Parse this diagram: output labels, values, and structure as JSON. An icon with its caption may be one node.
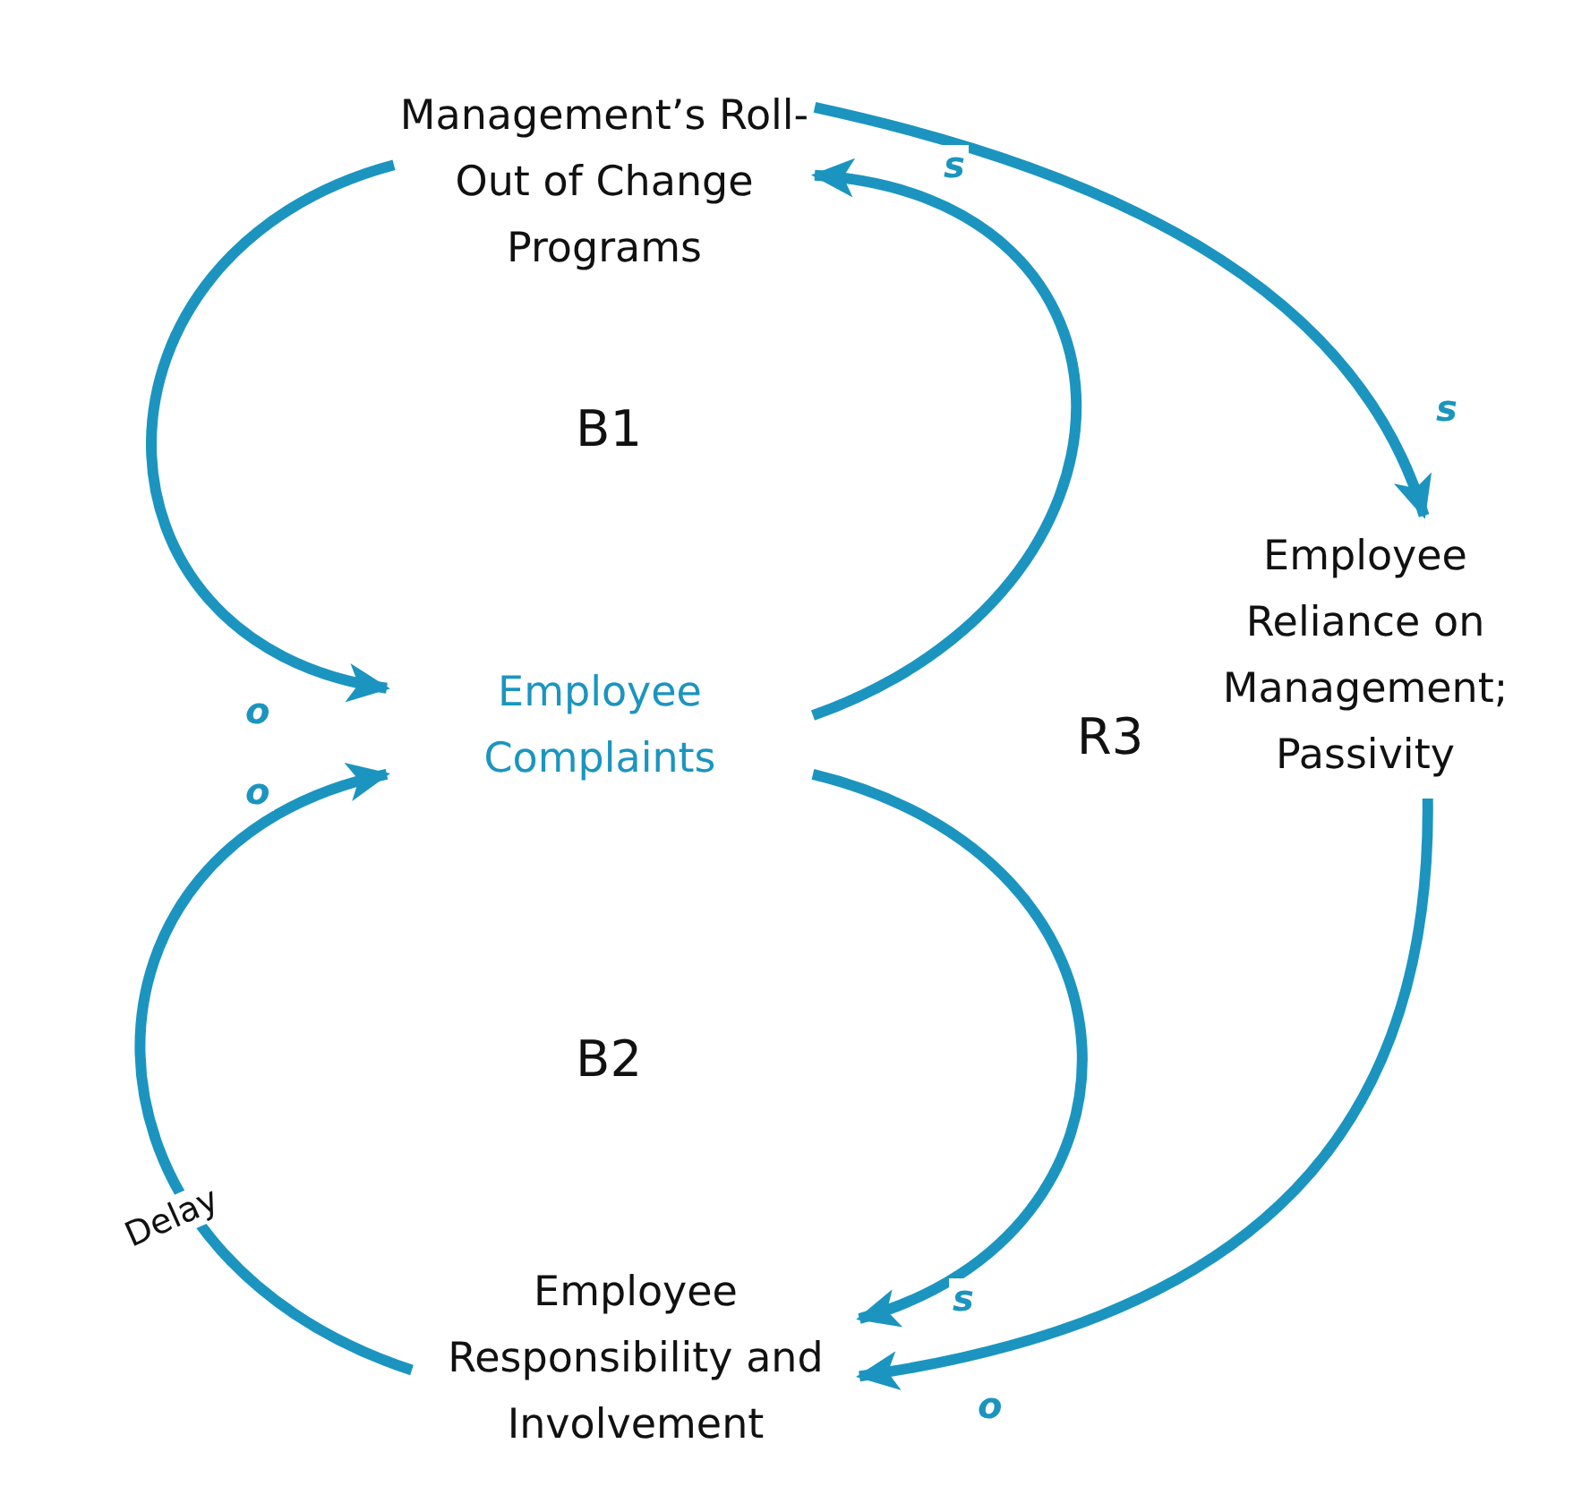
{
  "diagram": {
    "nodes": [
      {
        "text": [
          "Management’s Roll-Out of Change Programs"
        ]
      },
      {
        "text": [
          "Employee Complaints"
        ]
      },
      {
        "text": [
          "Employee Reliance on Management; Passivity"
        ]
      },
      {
        "text": [
          "Employee Responsibility and Involvement"
        ]
      }
    ],
    "edges": [
      {
        "from": 0,
        "to": 1,
        "arrow": "to",
        "label": "o"
      },
      {
        "from": 1,
        "to": 0,
        "arrow": "to",
        "label": "s"
      },
      {
        "from": 0,
        "to": 2,
        "arrow": "to",
        "label": "s"
      },
      {
        "from": 1,
        "to": 3,
        "arrow": "to",
        "label": "s"
      },
      {
        "from": 3,
        "to": 1,
        "arrow": "to",
        "label": "o"
      },
      {
        "from": 2,
        "to": 3,
        "arrow": "to",
        "label": "o"
      }
    ],
    "labels": [
      "B1",
      "R3",
      "B2",
      "Delay"
    ]
  }
}
